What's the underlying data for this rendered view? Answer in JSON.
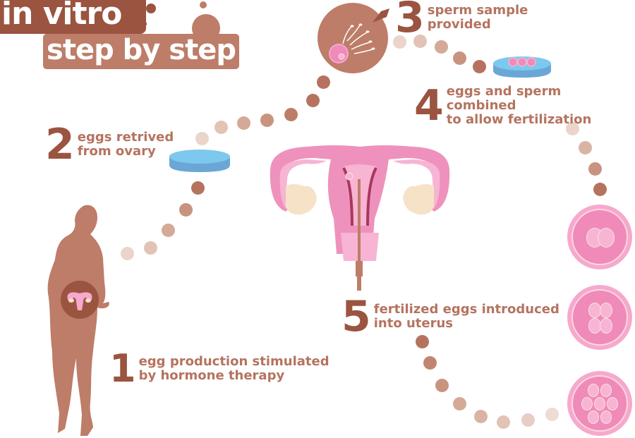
{
  "title": {
    "line1": "in vitro",
    "line2": "step by step"
  },
  "colors": {
    "dark_brown": "#9a5440",
    "brown": "#bd7d69",
    "text_brown": "#b5735f",
    "pink": "#f08ab9",
    "light_pink": "#f7a8cd",
    "blue_dish": "#6fb8e6",
    "cream": "#f6e3c7"
  },
  "steps": [
    {
      "number": "1",
      "line1": "egg production stimulated",
      "line2": "by hormone therapy"
    },
    {
      "number": "2",
      "line1": "eggs retrived",
      "line2": "from ovary"
    },
    {
      "number": "3",
      "line1": "sperm sample",
      "line2": "provided"
    },
    {
      "number": "4",
      "line1": "eggs and sperm combined",
      "line2": "to allow fertilization"
    },
    {
      "number": "5",
      "line1": "fertilized eggs introduced",
      "line2": "into uterus"
    }
  ],
  "icons": {
    "silhouette": "woman-silhouette-icon",
    "dish_empty": "petri-dish-icon",
    "sperm_egg": "sperm-fertilizing-egg-icon",
    "dish_eggs": "petri-dish-with-eggs-icon",
    "uterus": "uterus-icon",
    "embryo_2cell": "embryo-2-cell-icon",
    "embryo_4cell": "embryo-4-cell-icon",
    "embryo_8cell": "embryo-8-cell-icon"
  }
}
